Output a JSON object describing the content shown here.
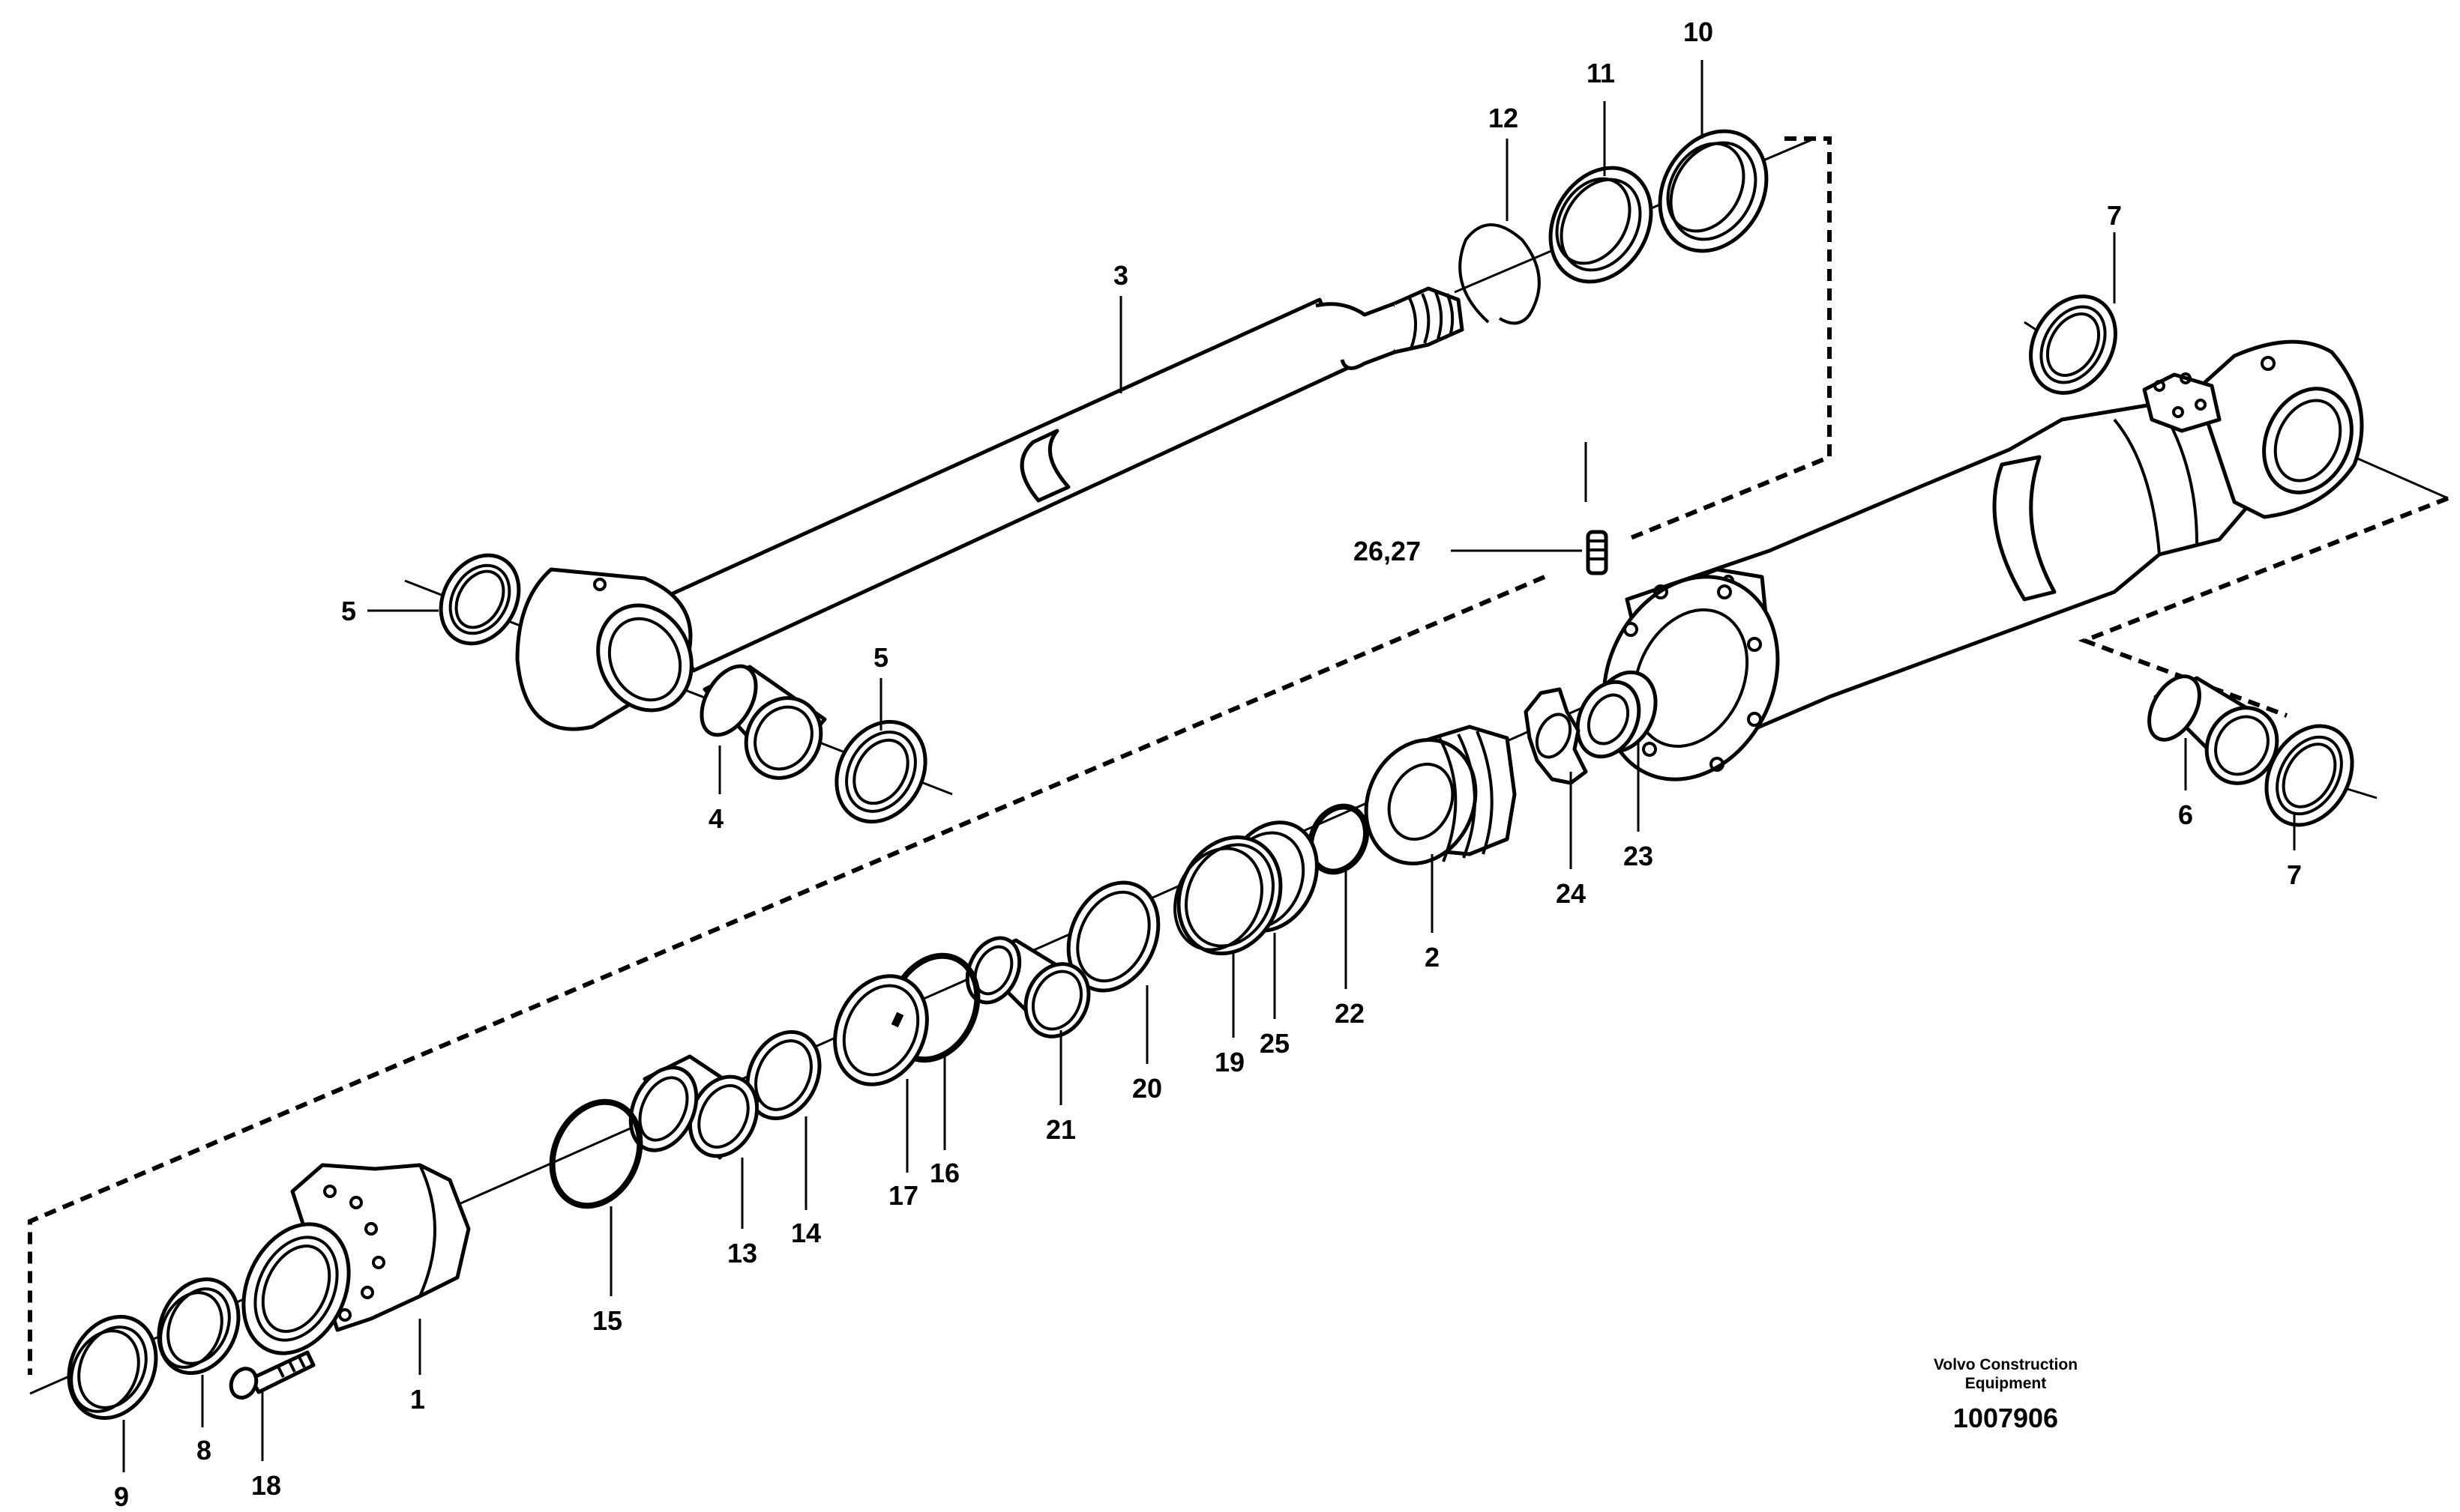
{
  "labels": {
    "p1": "1",
    "p2": "2",
    "p3": "3",
    "p4": "4",
    "p5a": "5",
    "p5b": "5",
    "p6": "6",
    "p7a": "7",
    "p7b": "7",
    "p8": "8",
    "p9": "9",
    "p10": "10",
    "p11": "11",
    "p12": "12",
    "p13": "13",
    "p14": "14",
    "p15": "15",
    "p16": "16",
    "p17": "17",
    "p18": "18",
    "p19": "19",
    "p20": "20",
    "p21": "21",
    "p22": "22",
    "p23": "23",
    "p24": "24",
    "p25": "25",
    "p26_27": "26,27"
  },
  "caption": {
    "line1": "Volvo Construction",
    "line2": "Equipment",
    "figure_number": "1007906"
  }
}
